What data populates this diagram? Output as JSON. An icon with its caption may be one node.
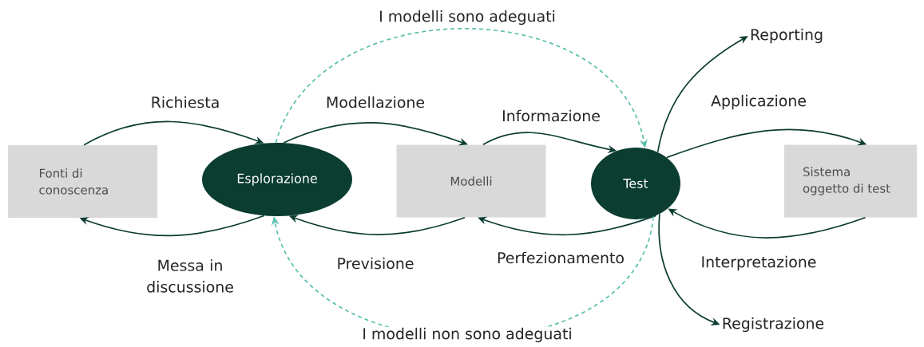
{
  "diagram": {
    "nodes": [
      {
        "text": [
          "Fonti di conoscenza"
        ]
      },
      {
        "text": [
          "Esplorazione"
        ]
      },
      {
        "text": [
          "Modelli"
        ]
      },
      {
        "text": [
          "Test"
        ]
      },
      {
        "text": [
          "Sistema oggetto di test"
        ]
      },
      {
        "text": [
          "Reporting"
        ]
      },
      {
        "text": [
          "Registrazione"
        ]
      }
    ],
    "edges": [
      {
        "from": 0,
        "to": 1,
        "arrow": "to",
        "label": "Richiesta"
      },
      {
        "from": 1,
        "to": 2,
        "arrow": "to",
        "label": "Modellazione"
      },
      {
        "from": 2,
        "to": 3,
        "arrow": "to",
        "label": "Informazione"
      },
      {
        "from": 3,
        "to": 4,
        "arrow": "to",
        "label": "Applicazione"
      },
      {
        "from": 4,
        "to": 3,
        "arrow": "to",
        "label": "Interpretazione"
      },
      {
        "from": 3,
        "to": 2,
        "arrow": "to",
        "label": "Perfezionamento"
      },
      {
        "from": 2,
        "to": 1,
        "arrow": "to",
        "label": "Previsione"
      },
      {
        "from": 1,
        "to": 0,
        "arrow": "to",
        "label": "Messa in discussione"
      },
      {
        "from": 1,
        "to": 3,
        "arrow": "to",
        "label": "I modelli sono adeguati",
        "style": "dashed",
        "color": "#5bbfae"
      },
      {
        "from": 3,
        "to": 1,
        "arrow": "to",
        "label": "I modelli non sono adeguati",
        "style": "dashed",
        "color": "#5bbfae"
      },
      {
        "from": 3,
        "to": 5,
        "arrow": "to"
      },
      {
        "from": 3,
        "to": 6,
        "arrow": "to"
      }
    ]
  }
}
